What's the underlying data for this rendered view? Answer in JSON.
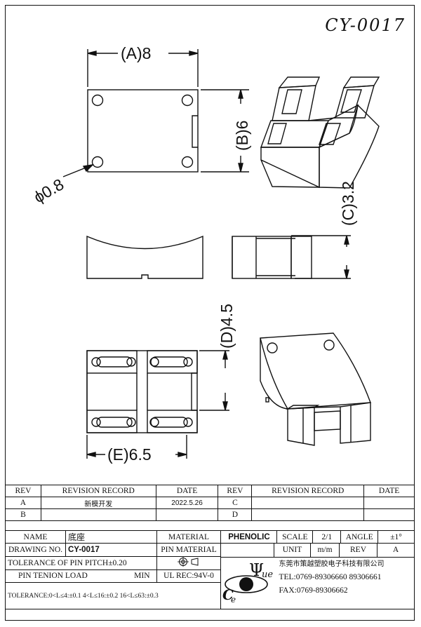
{
  "drawing_number": "CY-0017",
  "dimensions": {
    "a": "(A)8",
    "b": "(B)6",
    "c": "(C)3.2",
    "d": "(D)4.5",
    "e": "(E)6.5",
    "pin": "ϕ0.8"
  },
  "revision_table": {
    "headers": [
      "REV",
      "REVISION RECORD",
      "DATE",
      "REV",
      "REVISION RECORD",
      "DATE"
    ],
    "rows": [
      {
        "rev": "A",
        "record": "新模开发",
        "date": "2022.5.26",
        "rev2": "C",
        "record2": "",
        "date2": ""
      },
      {
        "rev": "B",
        "record": "",
        "date": "",
        "rev2": "D",
        "record2": "",
        "date2": ""
      }
    ]
  },
  "title_block": {
    "name_label": "NAME",
    "name_value": "底座",
    "material_label": "MATERIAL",
    "material_value": "PHENOLIC",
    "scale_label": "SCALE",
    "scale_value": "2/1",
    "angle_label": "ANGLE",
    "angle_value": "±1°",
    "drawing_no_label": "DRAWING NO.",
    "drawing_no_value": "CY-0017",
    "pin_material_label": "PIN MATERIAL",
    "unit_label": "UNIT",
    "unit_value": "m/m",
    "rev_label": "REV",
    "rev_value": "A",
    "tolerance_pitch": "TOLERANCE OF PIN PITCH±0.20",
    "pin_tension": "PIN TENION LOAD",
    "pin_tension_unit": "MIN",
    "ul_rec": "UL REC:94V-0",
    "tolerance_ranges": "TOLERANCE:0<L≤4:±0.1  4<L≤16:±0.2  16<L≤63:±0.3",
    "company": "东莞市策越塑胶电子科技有限公司",
    "tel": "TEL:0769-89306660 89306661",
    "fax": "FAX:0769-89306662",
    "logo_letters": "CeΨue"
  }
}
